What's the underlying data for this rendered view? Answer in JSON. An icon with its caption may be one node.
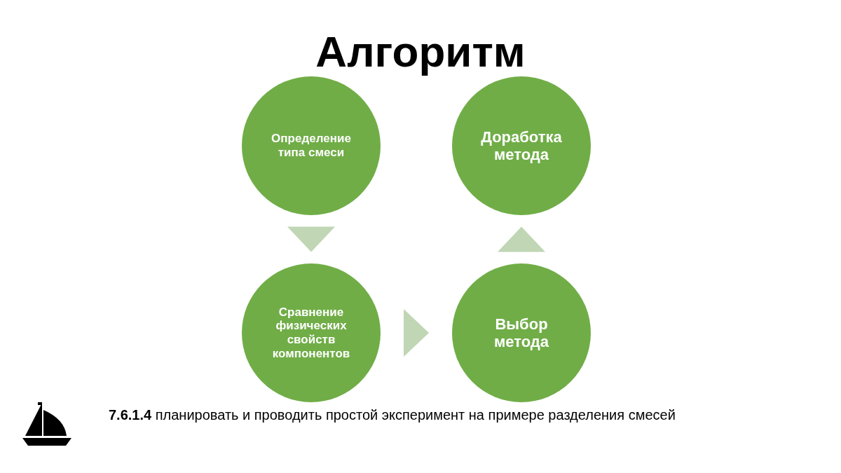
{
  "diagram": {
    "title": "Алгоритм",
    "nodes": [
      {
        "text": [
          "Определение типа смеси"
        ]
      },
      {
        "text": [
          "Доработка метода"
        ]
      },
      {
        "text": [
          "Сравнение физических свойств компонентов"
        ]
      },
      {
        "text": [
          "Выбор метода"
        ]
      }
    ],
    "edges": [
      {
        "from": 0,
        "to": 2,
        "arrow": "to"
      },
      {
        "from": 2,
        "to": 3,
        "arrow": "to"
      },
      {
        "from": 3,
        "to": 1,
        "arrow": "to"
      }
    ],
    "labels": [
      "**7.6.1.4** планировать и проводить простой эксперимент на примере разделения смесей"
    ]
  }
}
